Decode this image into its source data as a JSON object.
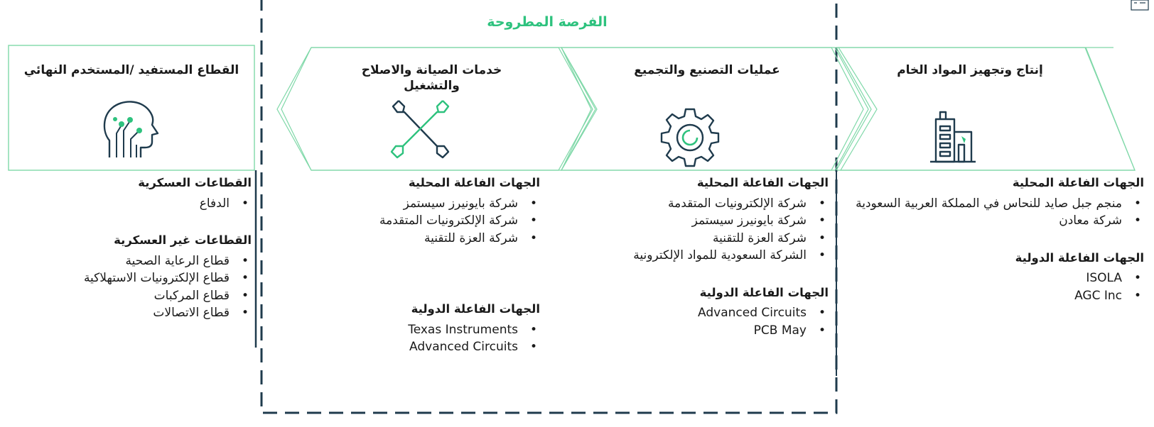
{
  "opportunity": {
    "title": "الفرصة المطروحة"
  },
  "stages": [
    {
      "title": "إنتاج وتجهيز المواد الخام",
      "icon": "factory-building-icon",
      "local": {
        "heading": "الجهات الفاعلة المحلية",
        "items": [
          "منجم جبل صايد للنحاس في المملكة العربية السعودية",
          "شركة معادن"
        ]
      },
      "international": {
        "heading": "الجهات الفاعلة الدولية",
        "items": [
          "ISOLA",
          "AGC Inc"
        ]
      }
    },
    {
      "title": "عمليات التصنيع والتجميع",
      "icon": "gear-icon",
      "local": {
        "heading": "الجهات الفاعلة المحلية",
        "items": [
          "شركة الإلكترونيات المتقدمة",
          "شركة بايونيرز سيستمز",
          "شركة العزة للتقنية",
          "الشركة السعودية للمواد الإلكترونية"
        ]
      },
      "international": {
        "heading": "الجهات الفاعلة الدولية",
        "items": [
          "Advanced Circuits",
          "PCB May"
        ]
      }
    },
    {
      "title": "خدمات الصيانة والاصلاح والتشغيل",
      "icon": "crossed-wrenches-icon",
      "local": {
        "heading": "الجهات الفاعلة المحلية",
        "items": [
          "شركة بايونيرز سيستمز",
          "شركة الإلكترونيات المتقدمة",
          "شركة العزة للتقنية"
        ]
      },
      "international": {
        "heading": "الجهات الفاعلة الدولية",
        "items": [
          "Texas Instruments",
          "Advanced Circuits"
        ]
      }
    },
    {
      "title": "القطاع المستفيد /المستخدم النهائي",
      "icon": "ai-head-icon",
      "military": {
        "heading": "القطاعات العسكرية",
        "items": [
          "الدفاع"
        ]
      },
      "nonmilitary": {
        "heading": "القطاعات غير العسكرية",
        "items": [
          "قطاع الرعاية الصحية",
          "قطاع الإلكترونيات الاستهلاكية",
          "قطاع المركبات",
          "قطاع الاتصالات"
        ]
      }
    }
  ],
  "colors": {
    "accent": "#2ec27e",
    "line": "#7fd8a8",
    "dark": "#1f3b4d"
  }
}
